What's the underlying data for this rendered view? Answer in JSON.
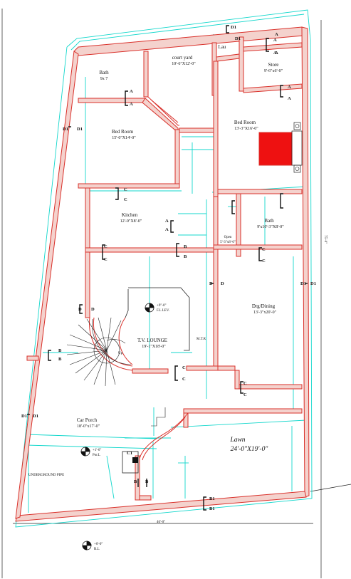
{
  "rooms": {
    "bath_top": {
      "name": "Bath",
      "dim": "9x 7"
    },
    "court_yard": {
      "name": "court yard",
      "dim": "10'-6\"X12'-0\""
    },
    "lau": {
      "name": "Lau"
    },
    "store": {
      "name": "Store",
      "dim": "9'-6\"x6'-0\""
    },
    "bedroom_left": {
      "name": "Bed Room",
      "dim": "15'-0\"X14'-0\""
    },
    "bedroom_right": {
      "name": "Bed Room",
      "dim": "13'-3\"X16'-0\""
    },
    "kitchen": {
      "name": "Kitchen",
      "dim": "12'-0\"X8'-0\""
    },
    "bath_mid": {
      "name": "Bath",
      "dim": "9'x10'-3\"X8'-0\""
    },
    "open": {
      "name": "Open",
      "dim": "5'-3\"x8'-0\""
    },
    "drg_dining": {
      "name": "Drg/Dining",
      "dim": "13'-3\"x20'-0\""
    },
    "tv_lounge": {
      "name": "T.V. LOUNGE",
      "dim": "19'-1\"X18'-0\""
    },
    "car_porch": {
      "name": "Car Porch",
      "dim": "18'-0\"x17'-0\""
    },
    "lawn": {
      "name": "Lawn",
      "dim": "24'-0\"X19'-0\""
    }
  },
  "levels": {
    "lounge": {
      "value": "+9\"-0\"",
      "label": "F.L LEV."
    },
    "porch": {
      "value": "+1'-6\"",
      "label": "Por.L"
    },
    "road": {
      "value": "+0'-0\"",
      "label": "R.L"
    }
  },
  "annotations": {
    "mtr": "M.T.R",
    "up": "Up",
    "pipe": "UNDERGROUND PIPE",
    "width_dim": "46'-0\"",
    "depth_dim": "75'-0\""
  },
  "section_tags": [
    "D1",
    "D1",
    "A",
    "A",
    "A",
    "A",
    "A",
    "A",
    "D1",
    "D1",
    "C",
    "C",
    "A",
    "A",
    "C",
    "C",
    "B",
    "B",
    "A",
    "A",
    "C",
    "C",
    "D",
    "D",
    "D1",
    "D1",
    "D",
    "D",
    "B",
    "B",
    "C",
    "C",
    "C",
    "C",
    "D1",
    "D1",
    "C1",
    "B",
    "B",
    "B1",
    "B1"
  ],
  "colors": {
    "wall_outline": "#d9302a",
    "wall_fill": "#f4d2cd",
    "cyan_line": "#13d7cc",
    "bed_fill": "#ee1111",
    "ink": "#111111"
  }
}
